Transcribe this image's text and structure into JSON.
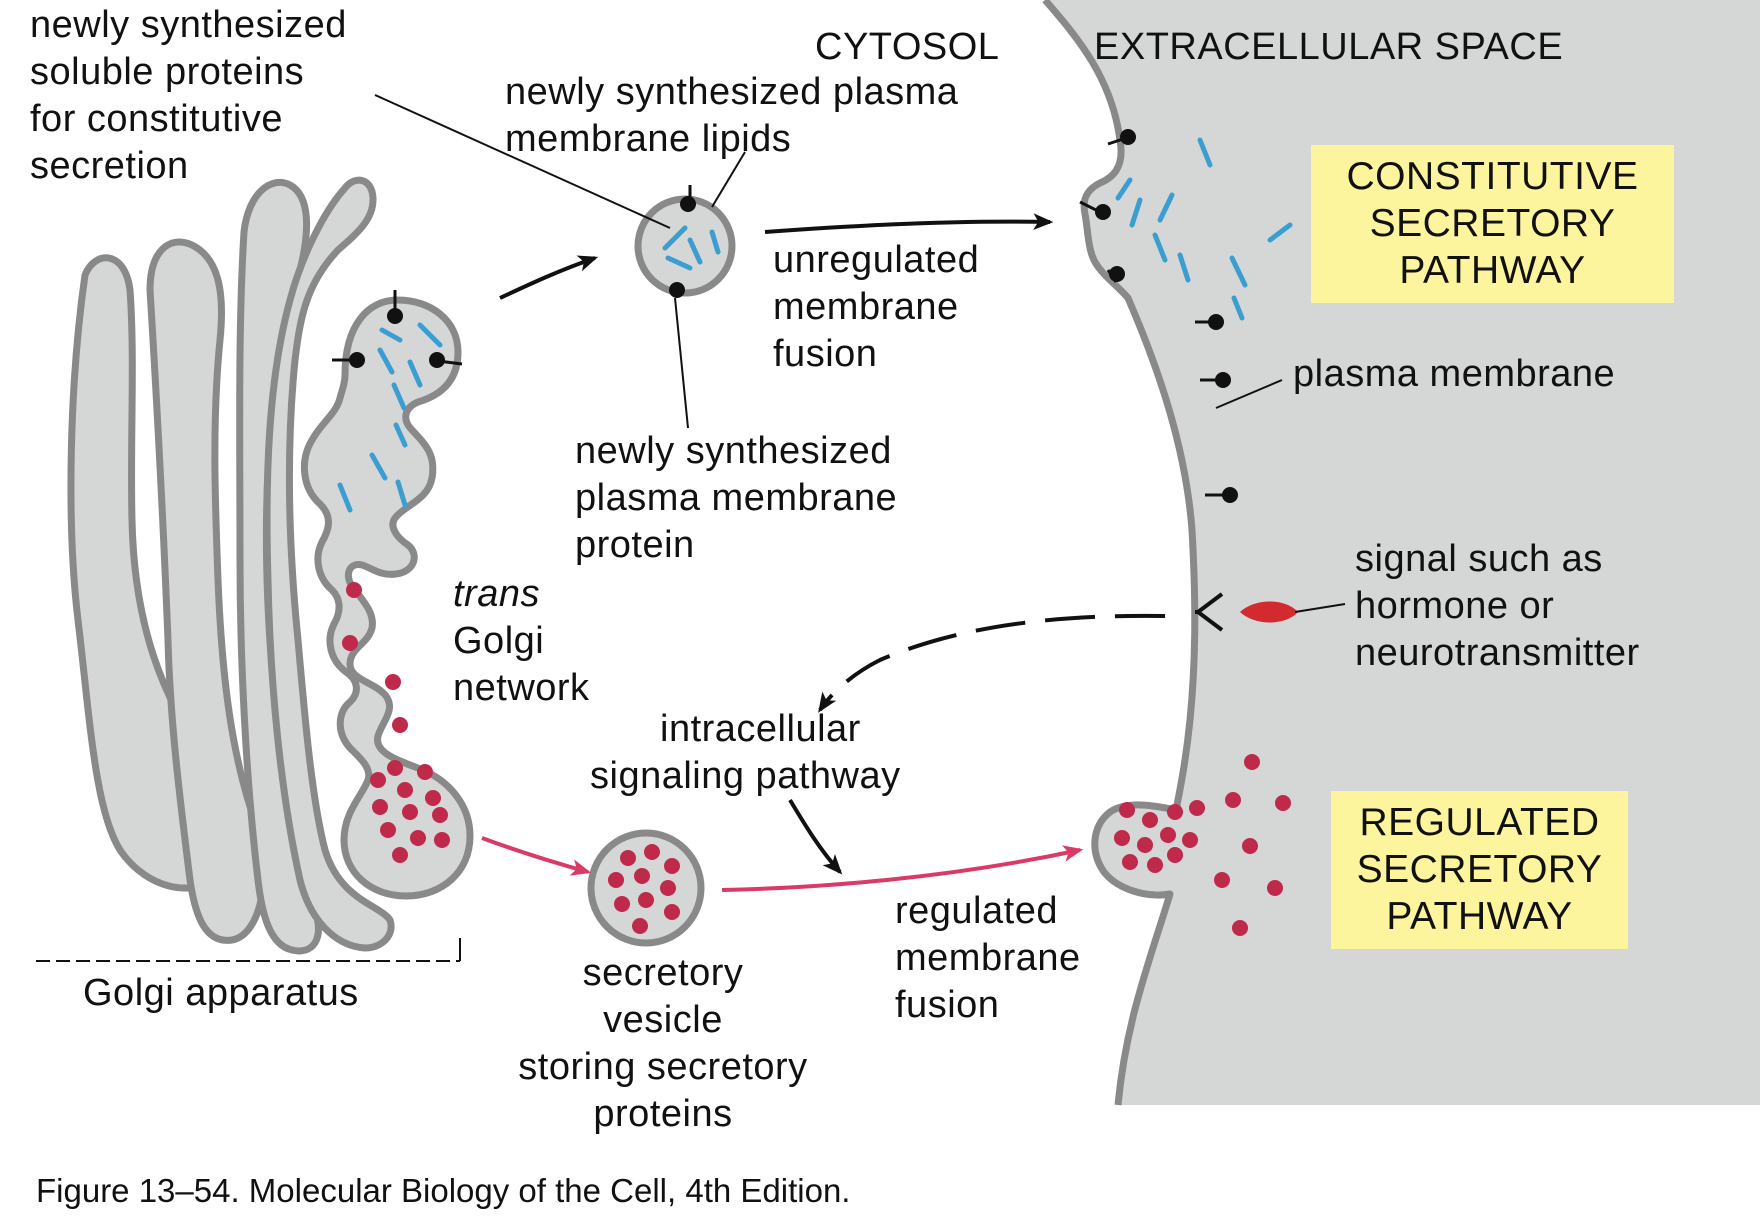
{
  "regions": {
    "cytosol": "CYTOSOL",
    "extracellular": "EXTRACELLULAR SPACE"
  },
  "pathways": {
    "constitutive": [
      "CONSTITUTIVE",
      "SECRETORY",
      "PATHWAY"
    ],
    "regulated": [
      "REGULATED",
      "SECRETORY",
      "PATHWAY"
    ]
  },
  "labels": {
    "soluble_proteins": [
      "newly synthesized",
      "soluble proteins",
      "for constitutive",
      "secretion"
    ],
    "membrane_lipids": [
      "newly synthesized plasma",
      "membrane lipids"
    ],
    "unregulated_fusion": [
      "unregulated",
      "membrane",
      "fusion"
    ],
    "membrane_protein": [
      "newly synthesized",
      "plasma membrane",
      "protein"
    ],
    "plasma_membrane": "plasma membrane",
    "trans_italic": "trans",
    "trans_golgi_network": [
      "Golgi",
      "network"
    ],
    "signal": [
      "signal such as",
      "hormone or",
      "neurotransmitter"
    ],
    "intracellular_signaling": [
      "intracellular",
      "signaling pathway"
    ],
    "regulated_fusion": [
      "regulated",
      "membrane",
      "fusion"
    ],
    "secretory_vesicle": [
      "secretory",
      "vesicle",
      "storing secretory",
      "proteins"
    ],
    "golgi_apparatus": "Golgi apparatus"
  },
  "caption": "Figure 13–54. Molecular Biology of the Cell, 4th Edition.",
  "colors": {
    "compartment_fill": "#d5d6d6",
    "membrane_stroke": "#898989",
    "soluble_protein": "#3a9fd0",
    "secretory_protein": "#c02a4a",
    "regulated_arrow": "#d93a66",
    "signal_molecule": "#d32a2f",
    "pathway_box": "#fdf59e"
  }
}
